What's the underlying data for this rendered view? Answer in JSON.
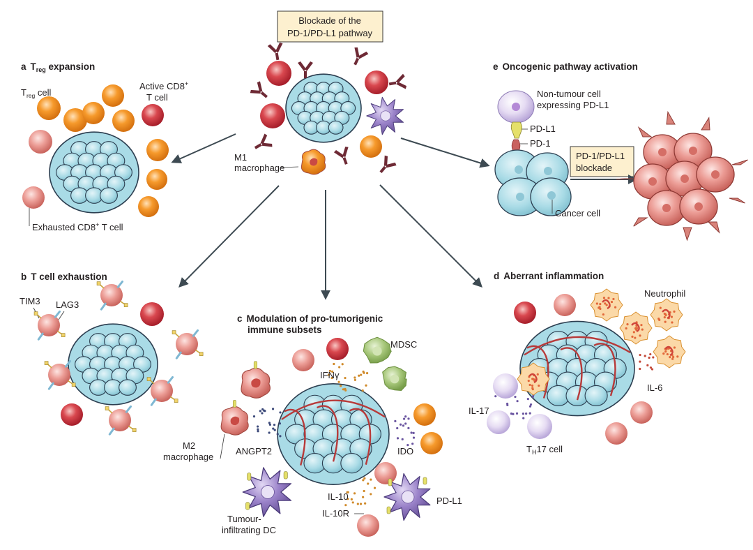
{
  "center": {
    "box_line1": "Blockade of the",
    "box_line2": "PD-1/PD-L1 pathway",
    "m1_line1": "M1",
    "m1_line2": "macrophage"
  },
  "panel_a": {
    "letter": "a",
    "title_main": "T",
    "title_sub": "reg",
    "title_rest": " expansion",
    "treg_main": "T",
    "treg_sub": "reg",
    "treg_rest": " cell",
    "active_line1": "Active CD8",
    "active_sup": "+",
    "active_line2": "T cell",
    "exhausted_a": "Exhausted CD8",
    "exhausted_sup": "+",
    "exhausted_b": " T cell"
  },
  "panel_b": {
    "letter": "b",
    "title": "T cell exhaustion",
    "tim3": "TIM3",
    "lag3": "LAG3"
  },
  "panel_c": {
    "letter": "c",
    "title_line1": "Modulation of pro-tumorigenic",
    "title_line2": "immune subsets",
    "ifng": "IFNγ",
    "mdsc": "MDSC",
    "ido": "IDO",
    "angpt2": "ANGPT2",
    "m2_line1": "M2",
    "m2_line2": "macrophage",
    "il10": "IL-10",
    "il10r": "IL-10R",
    "pdl1": "PD-L1",
    "dc_line1": "Tumour-",
    "dc_line2": "infiltrating DC"
  },
  "panel_d": {
    "letter": "d",
    "title": "Aberrant inflammation",
    "neutrophil": "Neutrophil",
    "il6": "IL-6",
    "il17": "IL-17",
    "th17_main": "T",
    "th17_sub": "H",
    "th17_rest": "17 cell"
  },
  "panel_e": {
    "letter": "e",
    "title": "Oncogenic pathway activation",
    "nontumour_line1": "Non-tumour cell",
    "nontumour_line2": "expressing PD-L1",
    "pdl1": "PD-L1",
    "pd1": "PD-1",
    "box_line1": "PD-1/PD-L1",
    "box_line2": "blockade",
    "cancer": "Cancer cell"
  },
  "colors": {
    "tumour": "#a9dbe6",
    "tumour_stroke": "#2c3e50",
    "red_cell": "#c8333f",
    "orange_cell": "#f08a1e",
    "pink_cell": "#e8918a",
    "purple_cell": "#9a82c9",
    "green_cell": "#a7c77a",
    "box_fill": "#fdf0cf",
    "arrow": "#3d4a52"
  }
}
